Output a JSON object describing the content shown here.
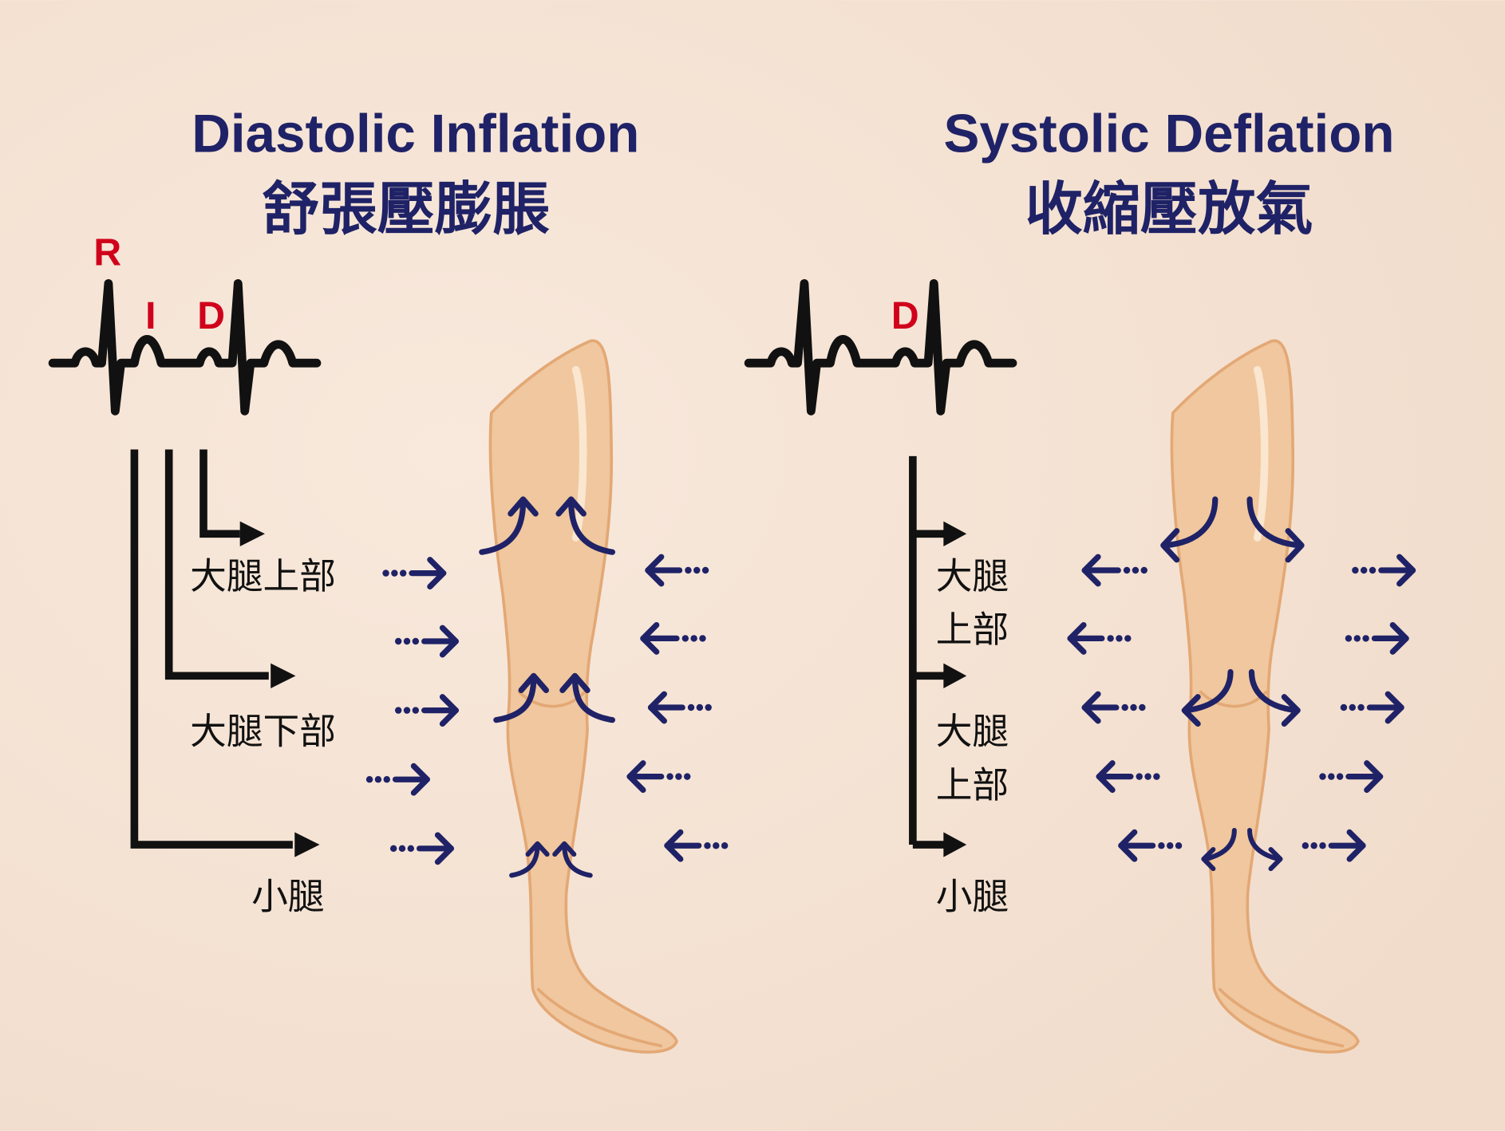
{
  "colors": {
    "arrow": "#1f2266",
    "ecg_label": "#d0021b",
    "bracket": "#111111",
    "skin": "#f0c79e",
    "skin_dark": "#e3a875",
    "background": "#f6e6d8"
  },
  "left_panel": {
    "title_en": "Diastolic Inflation",
    "title_zh": "舒張壓膨脹",
    "ecg_labels": {
      "r": "R",
      "i": "I",
      "d": "D"
    },
    "labels": {
      "upper_thigh": "大腿上部",
      "lower_thigh": "大腿下部",
      "calf": "小腿"
    }
  },
  "right_panel": {
    "title_en": "Systolic Deflation",
    "title_zh": "收縮壓放氣",
    "ecg_labels": {
      "d": "D"
    },
    "labels": {
      "group1_line1": "大腿",
      "group1_line2": "上部",
      "group2_line1": "大腿",
      "group2_line2": "上部",
      "calf": "小腿"
    }
  }
}
